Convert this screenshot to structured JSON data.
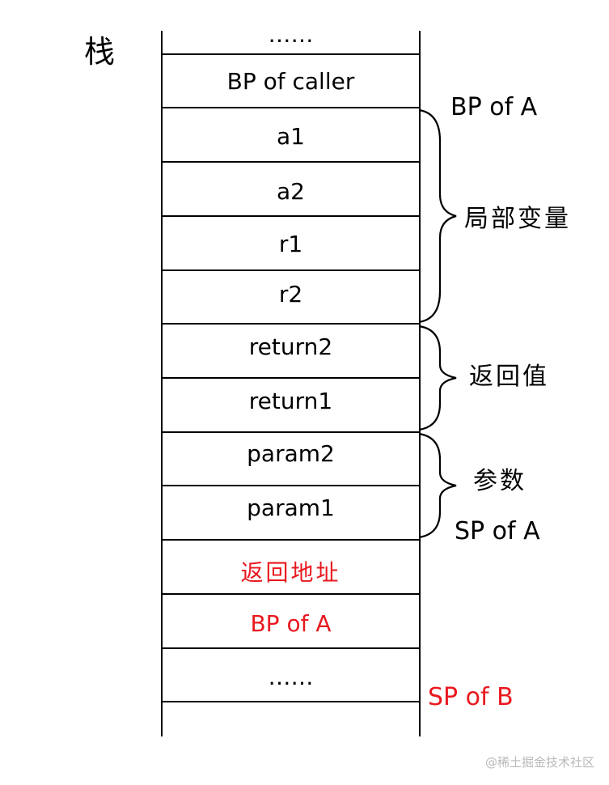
{
  "stack_title": "栈",
  "cells": [
    {
      "label": "……",
      "color": "black"
    },
    {
      "label": "BP of caller",
      "color": "black"
    },
    {
      "label": "a1",
      "color": "black"
    },
    {
      "label": "a2",
      "color": "black"
    },
    {
      "label": "r1",
      "color": "black"
    },
    {
      "label": "r2",
      "color": "black"
    },
    {
      "label": "return2",
      "color": "black"
    },
    {
      "label": "return1",
      "color": "black"
    },
    {
      "label": "param2",
      "color": "black"
    },
    {
      "label": "param1",
      "color": "black"
    },
    {
      "label": "返回地址",
      "color": "red"
    },
    {
      "label": "BP of A",
      "color": "red"
    },
    {
      "label": "……",
      "color": "black"
    }
  ],
  "annotations": {
    "bp_of_a": "BP of A",
    "local_vars": "局部变量",
    "return_values": "返回值",
    "params": "参数",
    "sp_of_a": "SP of A",
    "sp_of_b": "SP of B"
  },
  "watermark": "@稀土掘金技术社区",
  "colors": {
    "line": "#000000",
    "highlight": "#e8191f",
    "watermark": "#b9b9b9"
  }
}
